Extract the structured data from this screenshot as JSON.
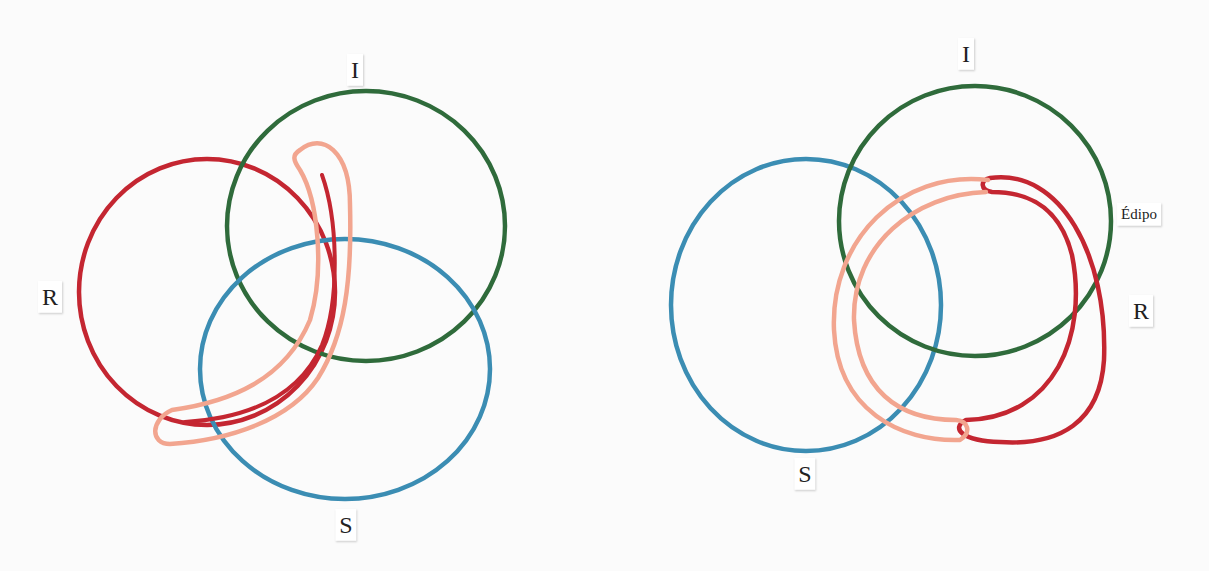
{
  "diagram": {
    "labels": [
      "I",
      "R",
      "S",
      "I",
      "Édipo",
      "R",
      "S"
    ]
  }
}
